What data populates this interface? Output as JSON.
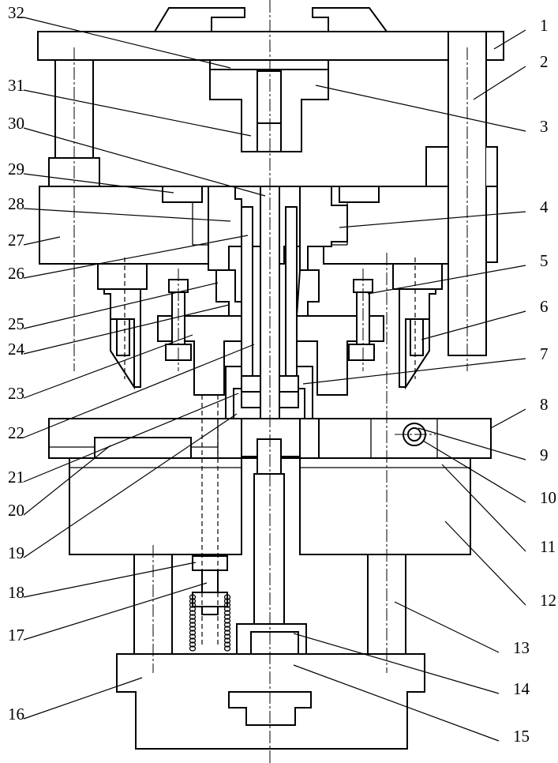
{
  "labels_right": [
    "1",
    "2",
    "3",
    "4",
    "5",
    "6",
    "7",
    "8",
    "9",
    "10",
    "11",
    "12",
    "13",
    "14",
    "15"
  ],
  "labels_left": [
    "32",
    "31",
    "30",
    "29",
    "28",
    "27",
    "26",
    "25",
    "24",
    "23",
    "22",
    "21",
    "20",
    "19",
    "18",
    "17",
    "16"
  ],
  "colors": {
    "line": "#000000",
    "background": "#ffffff"
  }
}
